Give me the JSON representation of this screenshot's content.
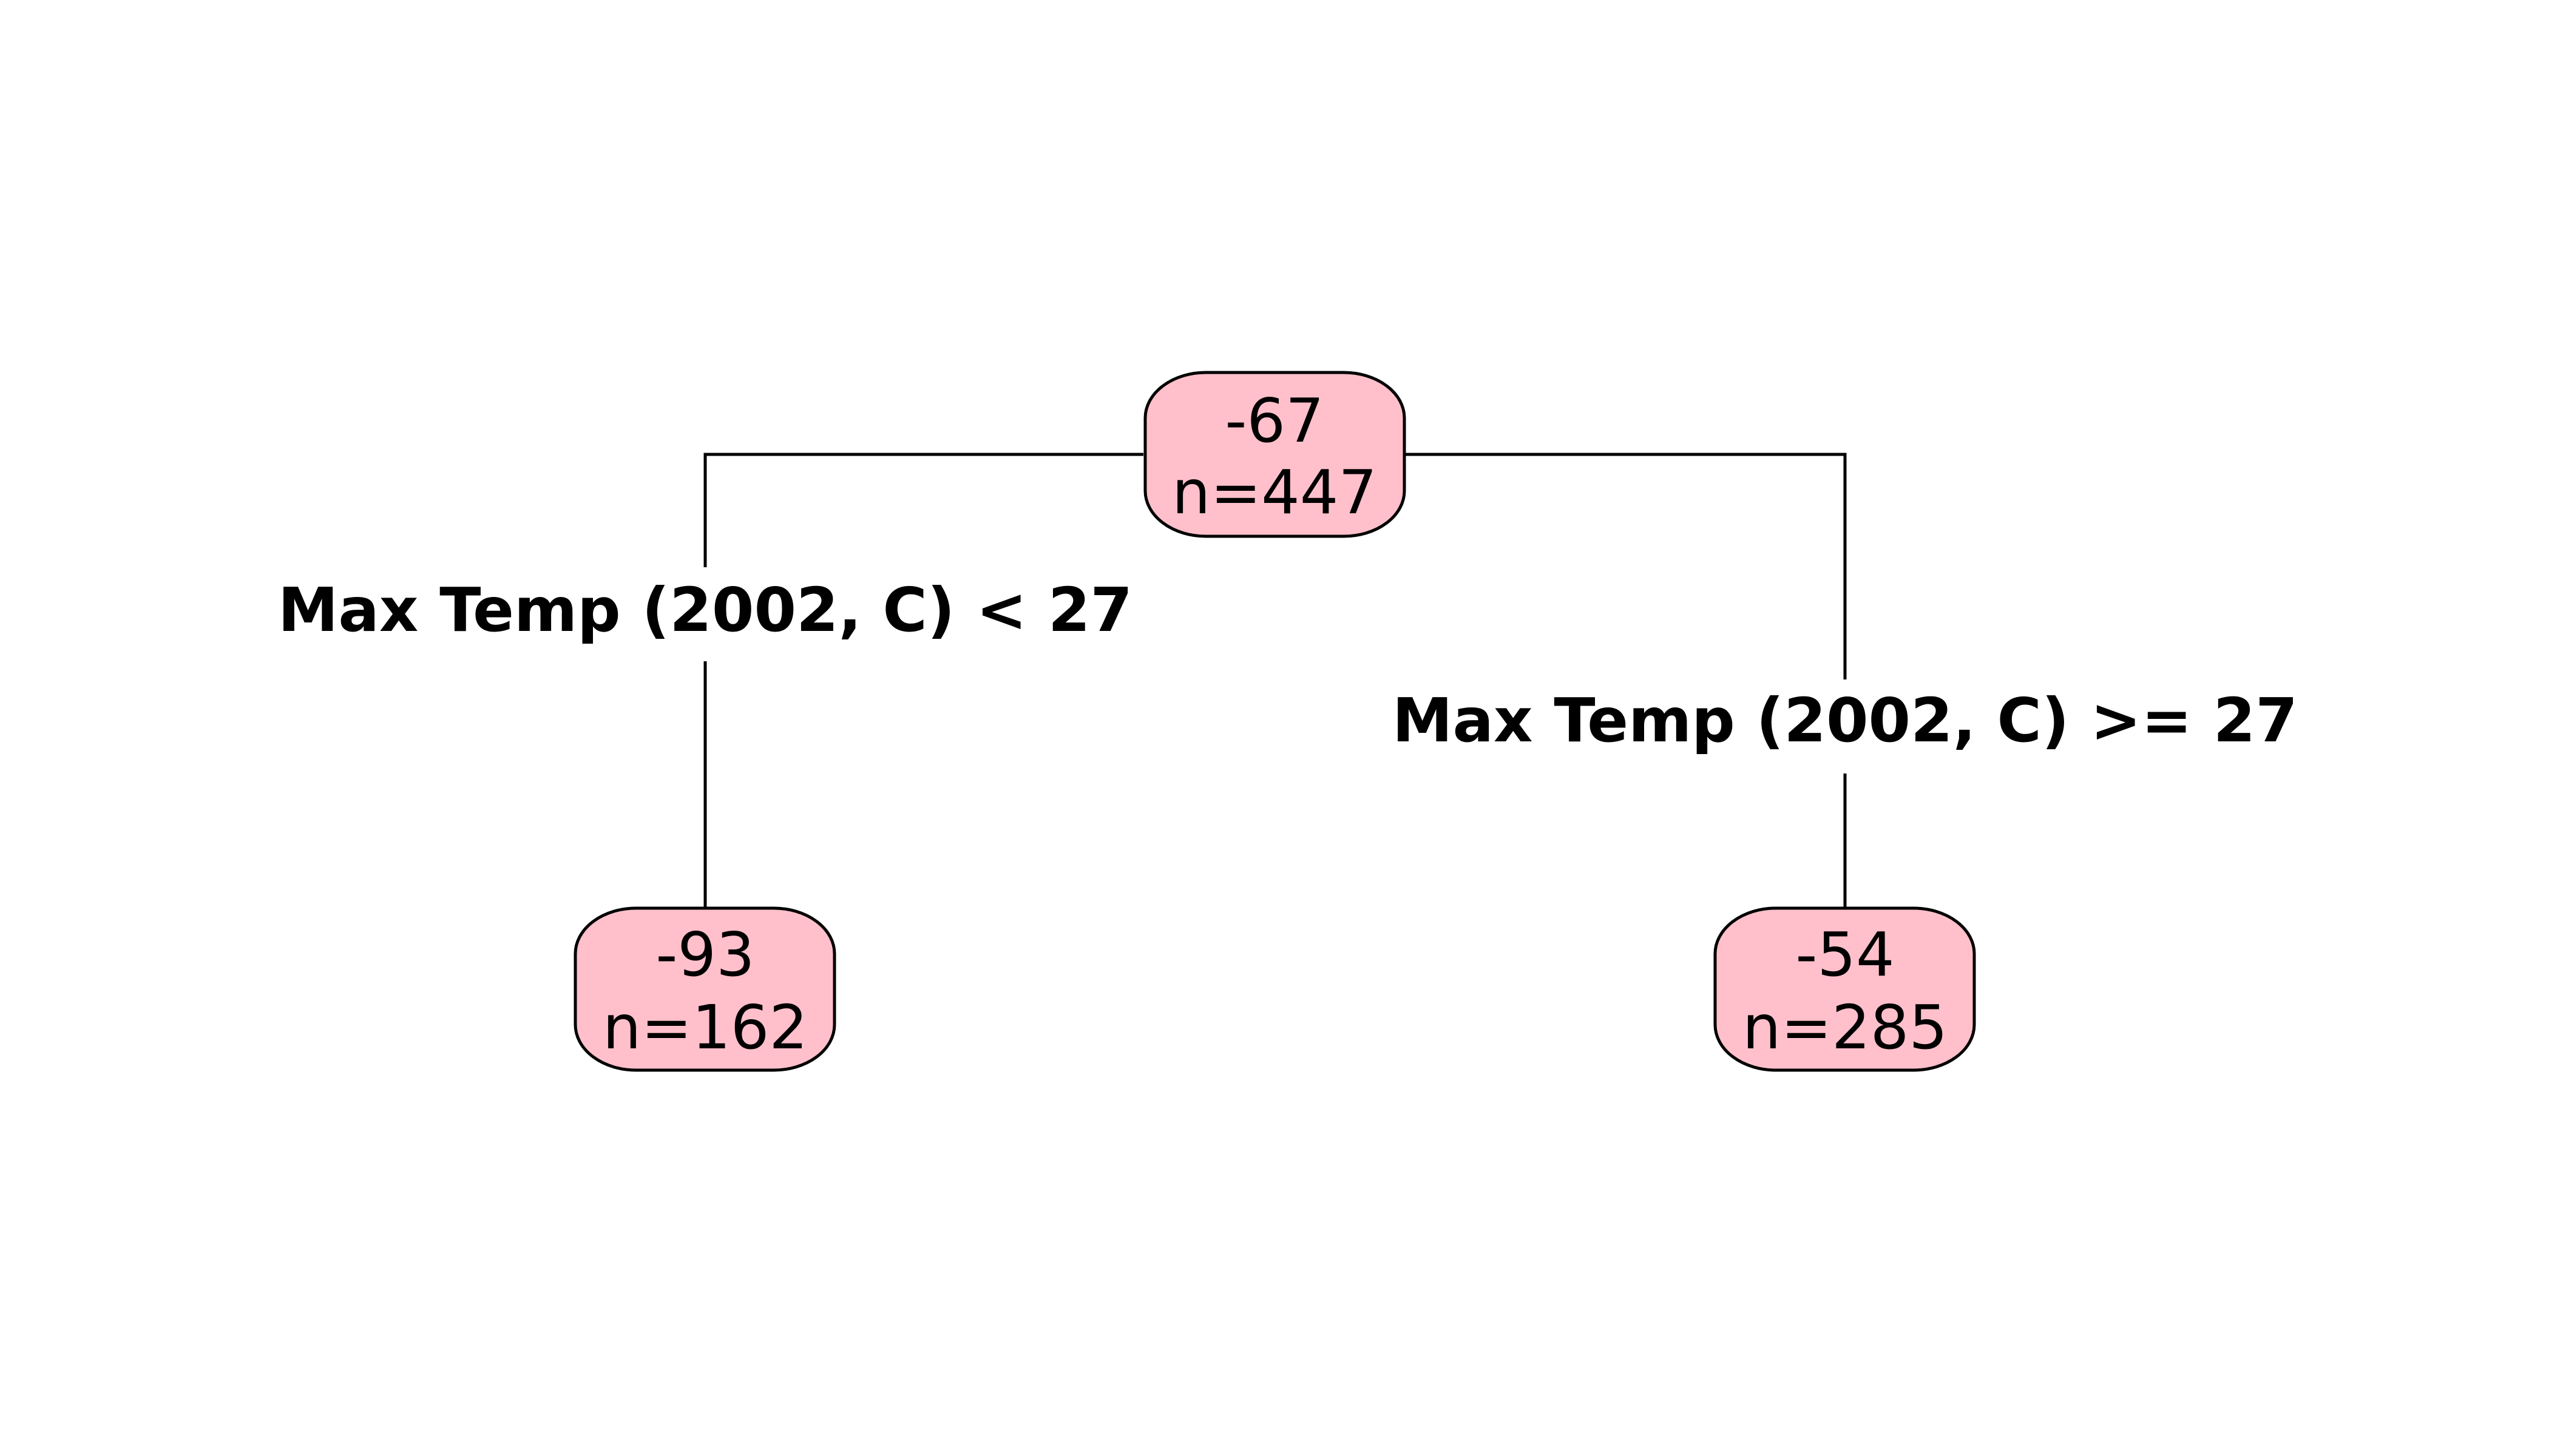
{
  "tree": {
    "node_fill": "#ffc0cb",
    "root": {
      "value": "-67",
      "count": "n=447"
    },
    "left": {
      "condition": "Max Temp (2002, C) < 27",
      "value": "-93",
      "count": "n=162"
    },
    "right": {
      "condition": "Max Temp (2002, C) >= 27",
      "value": "-54",
      "count": "n=285"
    }
  }
}
